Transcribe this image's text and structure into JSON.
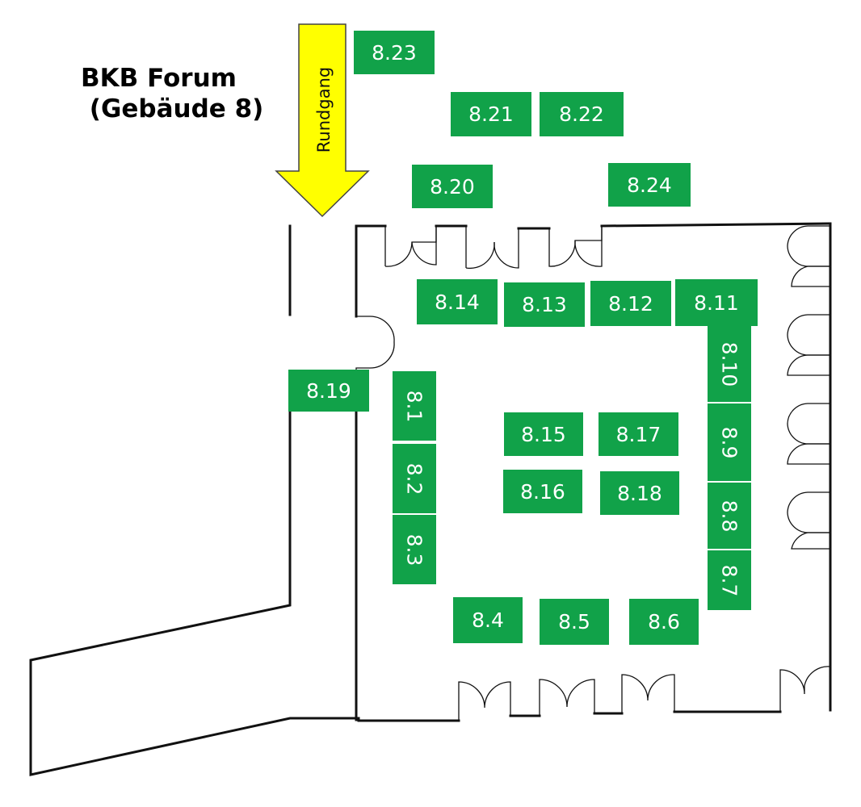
{
  "title": "BKB Forum\n (Gebäude 8)",
  "arrow_label": "Rundgang",
  "colors": {
    "booth": "#11a249",
    "arrow": "#ffff00",
    "wall": "#111111"
  },
  "booths": [
    "8.1",
    "8.2",
    "8.3",
    "8.4",
    "8.5",
    "8.6",
    "8.7",
    "8.8",
    "8.9",
    "8.10",
    "8.11",
    "8.12",
    "8.13",
    "8.14",
    "8.15",
    "8.16",
    "8.17",
    "8.18",
    "8.19",
    "8.20",
    "8.21",
    "8.22",
    "8.23",
    "8.24"
  ]
}
